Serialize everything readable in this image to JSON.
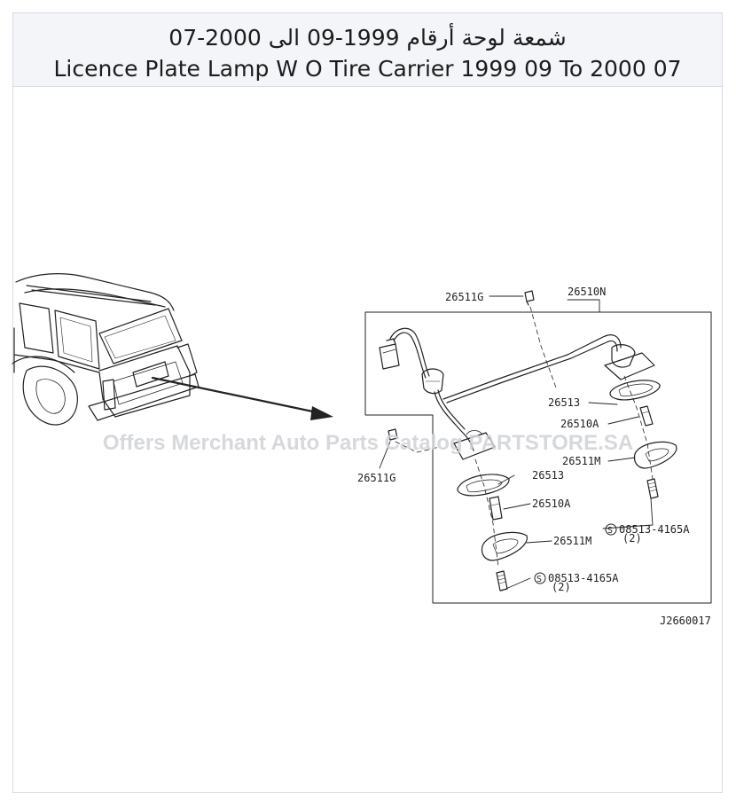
{
  "header": {
    "title_arabic": "شمعة لوحة أرقام 1999-09 الى 2000-07",
    "title_english": "Licence Plate Lamp W O Tire Carrier 1999 09 To 2000 07"
  },
  "diagram": {
    "watermark": "Offers Merchant Auto Parts Catalog PARTSTORE.SA",
    "figure_code": "J2660017",
    "labels": {
      "harness_bolt_top": "26511G",
      "harness_assembly": "26510N",
      "gasket_right": "26513",
      "bulb_right": "26510A",
      "lamp_right": "26511M",
      "screw_right": "08513-4165A",
      "screw_right_qty": "(2)",
      "harness_bolt_left": "26511G",
      "gasket_left": "26513",
      "bulb_left": "26510A",
      "lamp_left": "26511M",
      "screw_left": "08513-4165A",
      "screw_left_qty": "(2)"
    },
    "screw_symbol": "S"
  }
}
